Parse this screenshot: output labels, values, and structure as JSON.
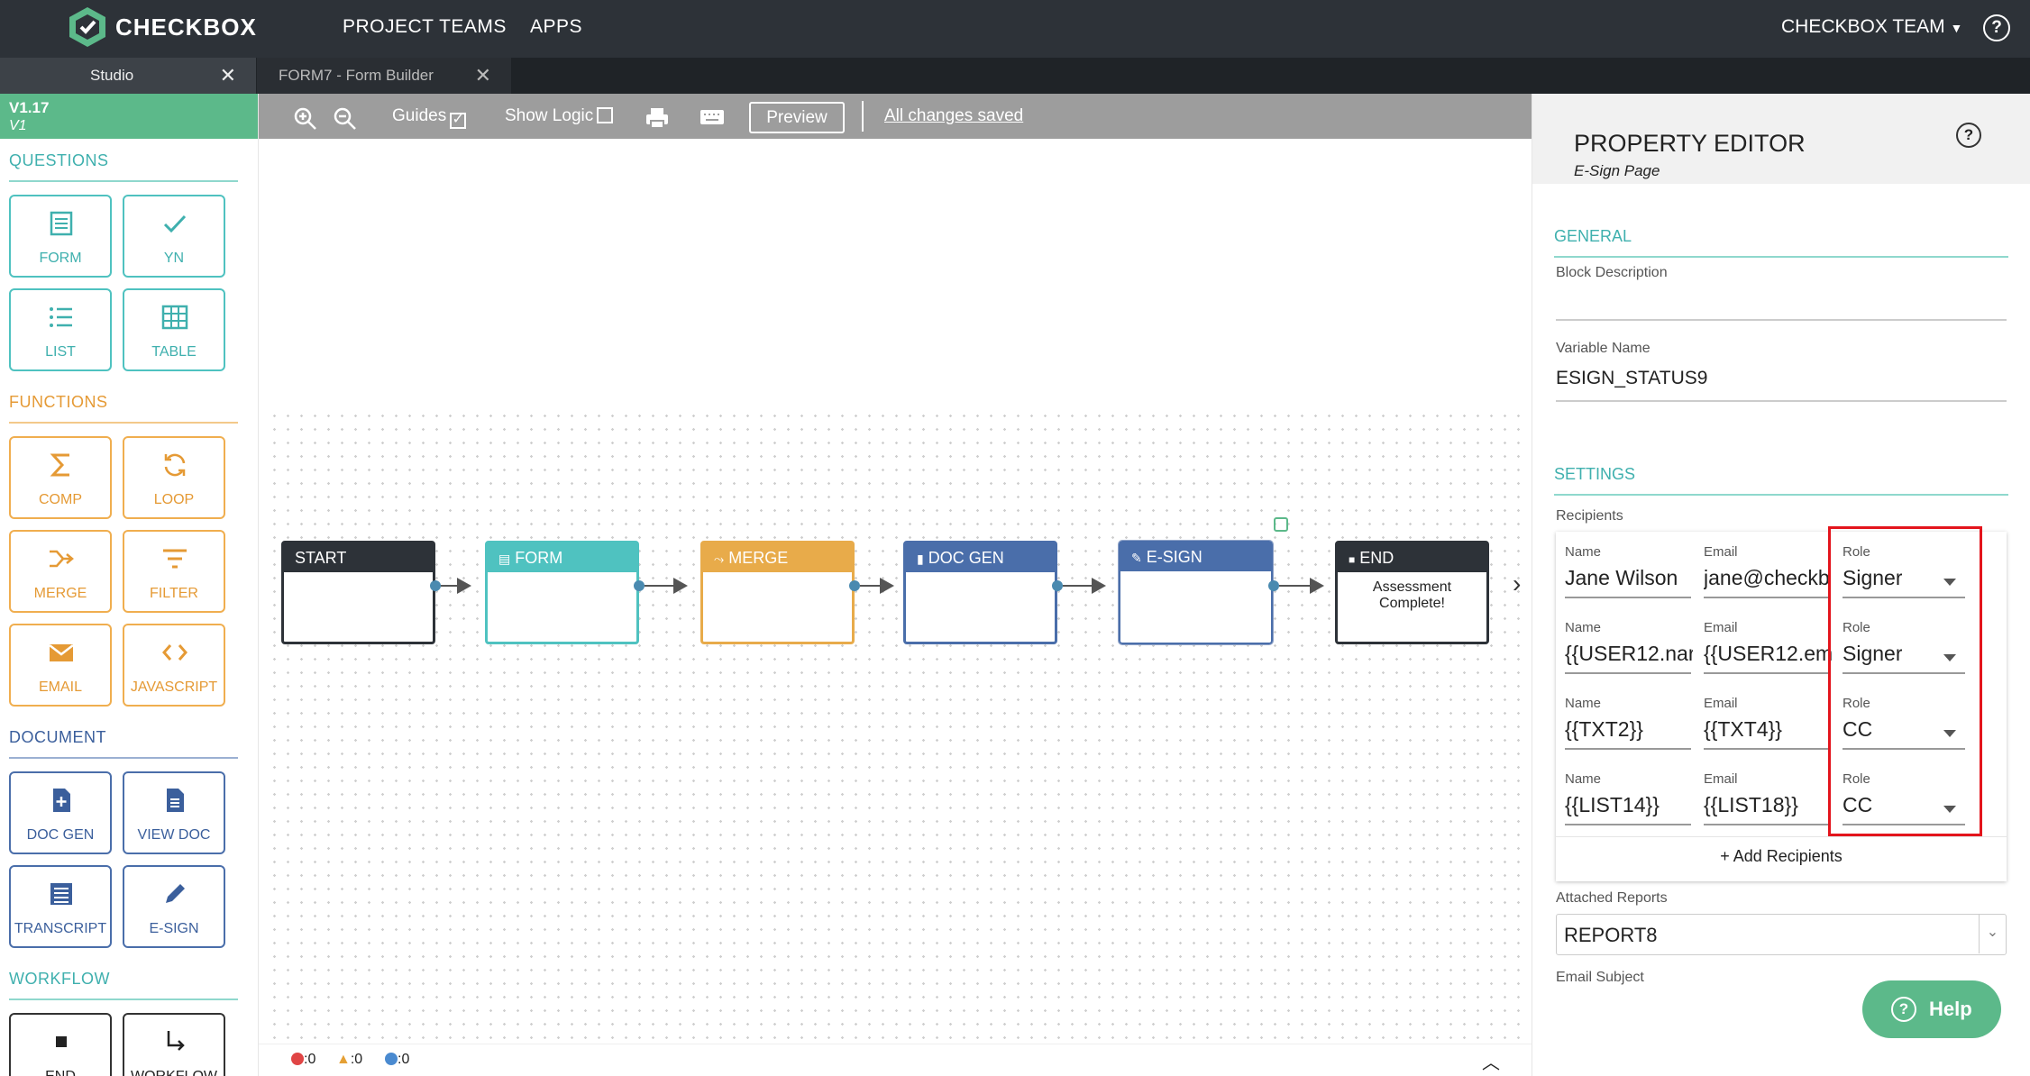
{
  "topnav": {
    "brand": "CHECKBOX",
    "links": [
      "PROJECT TEAMS",
      "APPS"
    ],
    "team": "CHECKBOX TEAM",
    "help": "?"
  },
  "tabs": [
    {
      "label": "Studio",
      "close": "✕"
    },
    {
      "label": "FORM7 - Form Builder",
      "close": "✕"
    }
  ],
  "sidebar": {
    "version": "V1.17",
    "version_sub": "V1",
    "sections": {
      "questions": "QUESTIONS",
      "functions": "FUNCTIONS",
      "document": "DOCUMENT",
      "workflow": "WORKFLOW"
    },
    "questions": [
      {
        "label": "FORM",
        "icon": "form-icon"
      },
      {
        "label": "YN",
        "icon": "check-icon"
      },
      {
        "label": "LIST",
        "icon": "list-icon"
      },
      {
        "label": "TABLE",
        "icon": "table-icon"
      }
    ],
    "functions": [
      {
        "label": "COMP",
        "icon": "sigma-icon"
      },
      {
        "label": "LOOP",
        "icon": "loop-icon"
      },
      {
        "label": "MERGE",
        "icon": "merge-icon"
      },
      {
        "label": "FILTER",
        "icon": "filter-icon"
      },
      {
        "label": "EMAIL",
        "icon": "envelope-icon"
      },
      {
        "label": "JAVASCRIPT",
        "icon": "code-icon"
      }
    ],
    "document": [
      {
        "label": "DOC GEN",
        "icon": "doc-plus-icon"
      },
      {
        "label": "VIEW DOC",
        "icon": "doc-icon"
      },
      {
        "label": "TRANSCRIPT",
        "icon": "transcript-icon"
      },
      {
        "label": "E-SIGN",
        "icon": "pencil-icon"
      }
    ],
    "workflow": [
      {
        "label": "END",
        "icon": "stop-icon"
      },
      {
        "label": "WORKFLOW",
        "icon": "arrow-turn-icon"
      }
    ]
  },
  "toolbar": {
    "guides": "Guides",
    "guides_checked": true,
    "show_logic": "Show Logic",
    "show_logic_checked": false,
    "preview": "Preview",
    "status": "All changes saved"
  },
  "flow": {
    "nodes": [
      {
        "id": "start",
        "label": "START",
        "color": "#2d3238",
        "body": ""
      },
      {
        "id": "form",
        "label": "FORM",
        "color": "#4fc2c0",
        "body": ""
      },
      {
        "id": "merge",
        "label": "MERGE",
        "color": "#e8ab4a",
        "body": ""
      },
      {
        "id": "docgen",
        "label": "DOC GEN",
        "color": "#4a6eaa",
        "body": ""
      },
      {
        "id": "esign",
        "label": "E-SIGN",
        "color": "#4a6eaa",
        "body": ""
      },
      {
        "id": "end",
        "label": "END",
        "color": "#2d3238",
        "body": "Assessment Complete!"
      }
    ]
  },
  "status": {
    "errors": ":0",
    "warnings": ":0",
    "info": ":0"
  },
  "property_editor": {
    "title": "PROPERTY EDITOR",
    "subtitle": "E-Sign Page",
    "general": "GENERAL",
    "block_description_label": "Block Description",
    "block_description_value": "",
    "variable_name_label": "Variable Name",
    "variable_name_value": "ESIGN_STATUS9",
    "settings": "SETTINGS",
    "recipients_label": "Recipients",
    "col_name": "Name",
    "col_email": "Email",
    "col_role": "Role",
    "recipients": [
      {
        "name": "Jane Wilson",
        "email": "jane@checkb",
        "role": "Signer"
      },
      {
        "name": "{{USER12.nar",
        "email": "{{USER12.em",
        "role": "Signer"
      },
      {
        "name": "{{TXT2}}",
        "email": "{{TXT4}}",
        "role": "CC"
      },
      {
        "name": "{{LIST14}}",
        "email": "{{LIST18}}",
        "role": "CC"
      }
    ],
    "add_recipients": "+ Add Recipients",
    "attached_reports_label": "Attached Reports",
    "attached_reports_value": "REPORT8",
    "email_subject_label": "Email Subject"
  },
  "help_button": "Help",
  "colors": {
    "accent": "#5cb98a",
    "teal": "#4fc2c0",
    "orange": "#f0ae4f",
    "blue": "#4a6eaa",
    "highlight": "#e3141c"
  }
}
